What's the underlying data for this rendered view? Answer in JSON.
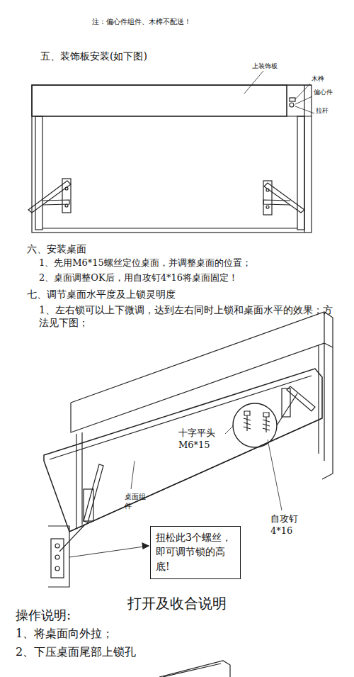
{
  "diagram": {
    "nodes": [
      {
        "text": [
          "扭松此3个螺丝，即可调节锁的高底!"
        ]
      }
    ],
    "labels": [
      "注：偏心件组件、木榫不配送！",
      "五、装饰板安装(如下图)",
      "上装饰板",
      "木榫",
      "偏心件",
      "拉杆",
      "六、安装桌面",
      "1、先用M6*15螺丝定位桌面，并调整桌面的位置；",
      "2、桌面调整OK后，用自攻钉4*16将桌面固定！",
      "七、调节桌面水平度及上锁灵明度",
      "1、左右锁可以上下微调，达到左右同时上锁和桌面水平的效果；方法见下图；",
      "十字平头 M6*15",
      "桌面组件",
      "自攻钉 4*16",
      "打开及收合说明",
      "操作说明:",
      "1、将桌面向外拉；",
      "2、下压桌面尾部上锁孔"
    ]
  }
}
